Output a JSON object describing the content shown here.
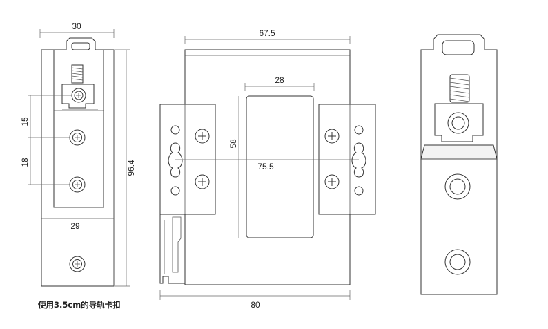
{
  "dimensions": {
    "left_width": "30",
    "left_pitch_upper": "15",
    "left_pitch_lower": "18",
    "left_height": "96.4",
    "left_rail_width": "29",
    "center_width_top": "67.5",
    "center_window_width": "28",
    "center_window_height": "58",
    "center_hole_span": "75.5",
    "center_width_bottom": "80"
  },
  "caption": "使用3.5cm的导轨卡扣"
}
